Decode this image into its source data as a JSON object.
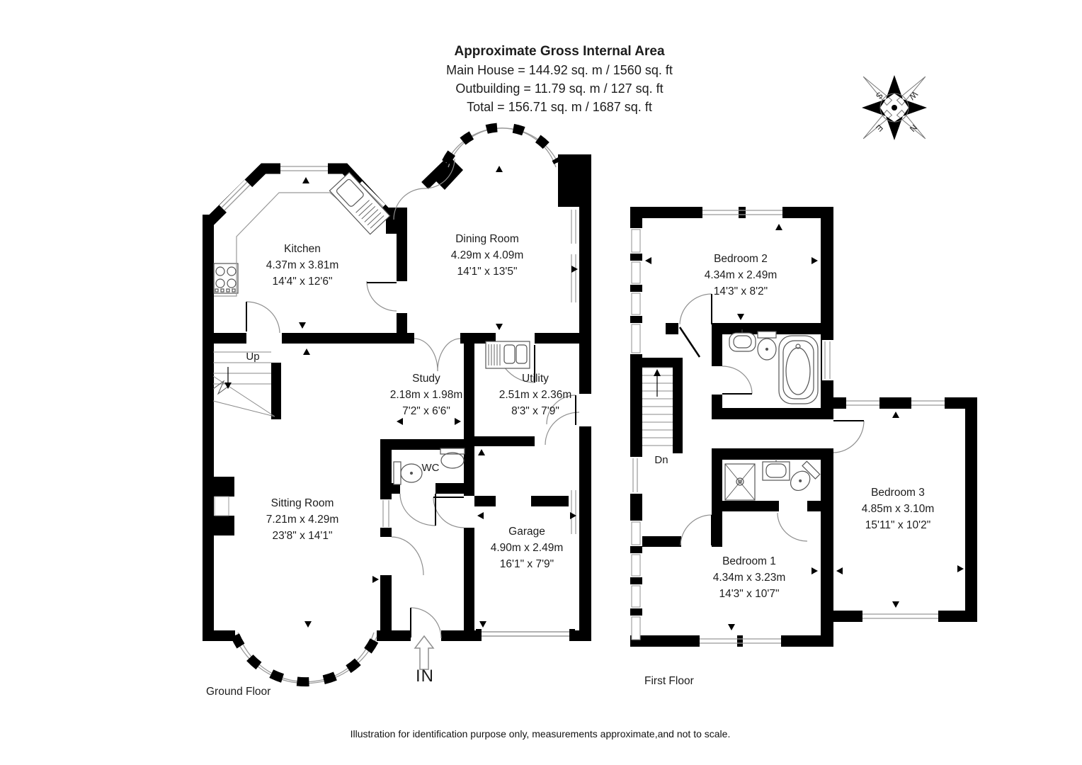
{
  "header": {
    "title": "Approximate Gross Internal Area",
    "line1": "Main House = 144.92 sq. m / 1560 sq. ft",
    "line2": "Outbuilding = 11.79 sq. m / 127 sq. ft",
    "line3": "Total = 156.71 sq. m / 1687 sq. ft"
  },
  "compass": {
    "north": "N",
    "east": "E",
    "south": "S",
    "west": "W"
  },
  "floors": {
    "ground": {
      "label": "Ground Floor"
    },
    "first": {
      "label": "First Floor"
    }
  },
  "rooms": [
    {
      "id": "kitchen",
      "name": "Kitchen",
      "metric": "4.37m x 3.81m",
      "imperial": "14'4\" x 12'6\""
    },
    {
      "id": "dining",
      "name": "Dining Room",
      "metric": "4.29m x 4.09m",
      "imperial": "14'1\" x 13'5\""
    },
    {
      "id": "study",
      "name": "Study",
      "metric": "2.18m x 1.98m",
      "imperial": "7'2\" x 6'6\""
    },
    {
      "id": "utility",
      "name": "Utility",
      "metric": "2.51m x 2.36m",
      "imperial": "8'3\" x 7'9\""
    },
    {
      "id": "sitting",
      "name": "Sitting Room",
      "metric": "7.21m x 4.29m",
      "imperial": "23'8\" x 14'1\""
    },
    {
      "id": "garage",
      "name": "Garage",
      "metric": "4.90m x 2.49m",
      "imperial": "16'1\" x 7'9\""
    },
    {
      "id": "bedroom2",
      "name": "Bedroom 2",
      "metric": "4.34m x 2.49m",
      "imperial": "14'3\" x 8'2\""
    },
    {
      "id": "bedroom1",
      "name": "Bedroom 1",
      "metric": "4.34m x 3.23m",
      "imperial": "14'3\" x 10'7\""
    },
    {
      "id": "bedroom3",
      "name": "Bedroom 3",
      "metric": "4.85m x 3.10m",
      "imperial": "15'11\" x 10'2\""
    }
  ],
  "annotations": {
    "up": "Up",
    "down": "Dn",
    "wc": "WC",
    "entrance": "IN"
  },
  "footer": {
    "disclaimer": "Illustration for identification purpose only, measurements approximate,and not to scale."
  },
  "colors": {
    "walls": "#000000",
    "background": "#ffffff",
    "thin_lines": "#999999"
  }
}
